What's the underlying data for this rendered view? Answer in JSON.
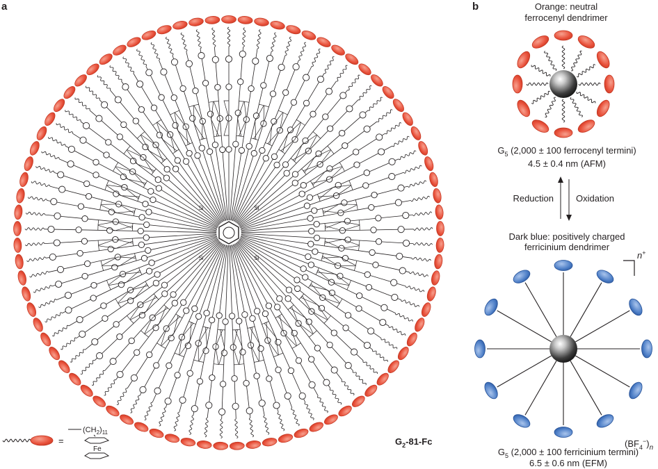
{
  "panel_a": {
    "letter": "a",
    "compound_name": "G",
    "compound_sub": "2",
    "compound_rest": "-81-Fc",
    "core_atom": "Si",
    "arm_count": 81,
    "legend": {
      "equals": "=",
      "chain_prefix": "(CH",
      "chain_sub1": "2",
      "chain_suffix": ")",
      "chain_sub2": "11",
      "iron": "Fe"
    }
  },
  "panel_b": {
    "letter": "b",
    "top_caption": [
      "Orange: neutral",
      "ferrocenyl dendrimer"
    ],
    "top_info_pre": "G",
    "top_info_sub": "5",
    "top_info_rest": " (2,000 ± 100 ferrocenyl termini)",
    "top_size": "4.5 ± 0.4 nm (AFM)",
    "reduction": "Reduction",
    "oxidation": "Oxidation",
    "bottom_caption": [
      "Dark blue: positively charged",
      "ferricinium dendrimer"
    ],
    "charge": "n",
    "charge_sup": "+",
    "counterion_pre": "(BF",
    "counterion_sub": "4",
    "counterion_sup": "−",
    "counterion_post": ")",
    "counterion_n": "n",
    "bottom_info_pre": "G",
    "bottom_info_sub": "5",
    "bottom_info_rest": " (2,000 ± 100  ferricinium termini)",
    "bottom_size": "6.5 ± 0.6 nm (EFM)"
  },
  "colors": {
    "orange": "#e8503a",
    "orange_edge": "#c23520",
    "blue": "#4e7fc7",
    "blue_edge": "#234f96",
    "ink": "#231f20"
  }
}
